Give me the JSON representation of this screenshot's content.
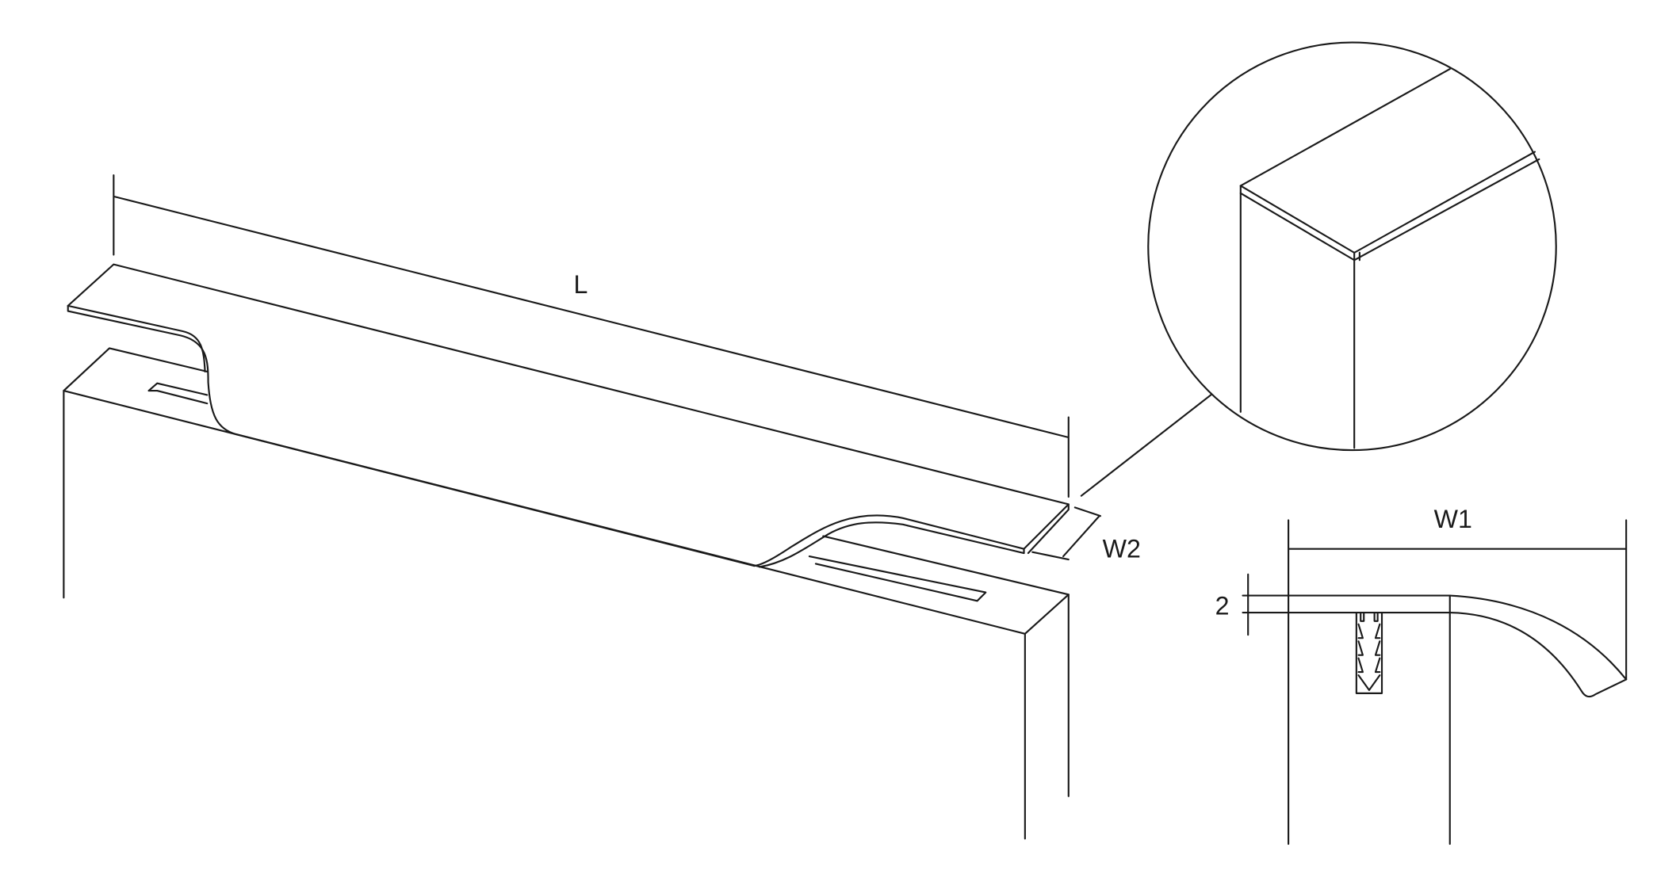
{
  "labels": {
    "length": "L",
    "width_small": "W2",
    "width_full": "W1",
    "thickness": "2"
  },
  "colors": {
    "line": "#1a1a1a",
    "background": "#ffffff"
  }
}
